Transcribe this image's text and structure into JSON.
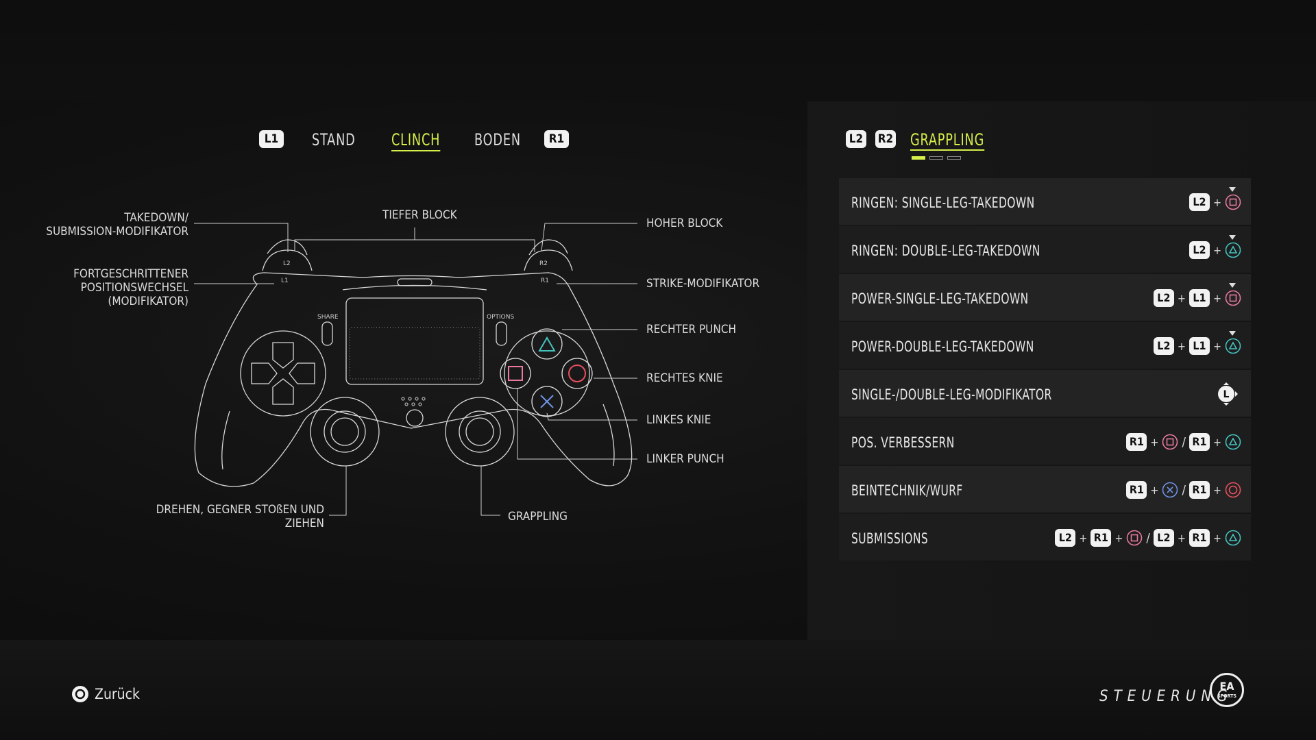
{
  "tabs": {
    "left_bumper": "L1",
    "right_bumper": "R1",
    "items": [
      {
        "label": "STAND",
        "active": false
      },
      {
        "label": "CLINCH",
        "active": true
      },
      {
        "label": "BODEN",
        "active": false
      }
    ]
  },
  "controller": {
    "labels": {
      "takedown": "TAKEDOWN/\nSUBMISSION-MODIFIKATOR",
      "advanced": "FORTGESCHRITTENER\nPOSITIONSWECHSEL\n(MODIFIKATOR)",
      "low_block": "TIEFER BLOCK",
      "high_block": "HOHER BLOCK",
      "strike_mod": "STRIKE-MODIFIKATOR",
      "right_punch": "RECHTER PUNCH",
      "right_knee": "RECHTES KNIE",
      "left_knee": "LINKES KNIE",
      "left_punch": "LINKER PUNCH",
      "rotate": "DREHEN, GEGNER STOßEN UND\nZIEHEN",
      "grappling": "GRAPPLING"
    },
    "small": {
      "share": "SHARE",
      "options": "OPTIONS",
      "l1": "L1",
      "l2": "L2",
      "r1": "R1",
      "r2": "R2"
    }
  },
  "panel": {
    "badges": [
      "L2",
      "R2"
    ],
    "title": "GRAPPLING",
    "page_count": 3,
    "current_page": 1,
    "rows": [
      {
        "name": "RINGEN: SINGLE-LEG-TAKEDOWN"
      },
      {
        "name": "RINGEN: DOUBLE-LEG-TAKEDOWN"
      },
      {
        "name": "POWER-SINGLE-LEG-TAKEDOWN"
      },
      {
        "name": "POWER-DOUBLE-LEG-TAKEDOWN"
      },
      {
        "name": "SINGLE-/DOUBLE-LEG-MODIFIKATOR"
      },
      {
        "name": "POS. VERBESSERN"
      },
      {
        "name": "BEINTECHNIK/WURF"
      },
      {
        "name": "SUBMISSIONS"
      }
    ],
    "keys": {
      "l2": "L2",
      "l1": "L1",
      "r1": "R1",
      "ls": "L",
      "plus": "+",
      "slash": "/"
    }
  },
  "footer": {
    "back_label": "Zurück",
    "screen_title": "STEUERUNG",
    "logo_text": "EA",
    "logo_sub": "SPORTS"
  },
  "colors": {
    "accent": "#d6ef4a",
    "square": "#e87aa0",
    "triangle": "#45c3c0",
    "circle": "#e8505f",
    "cross": "#6f93e6"
  }
}
